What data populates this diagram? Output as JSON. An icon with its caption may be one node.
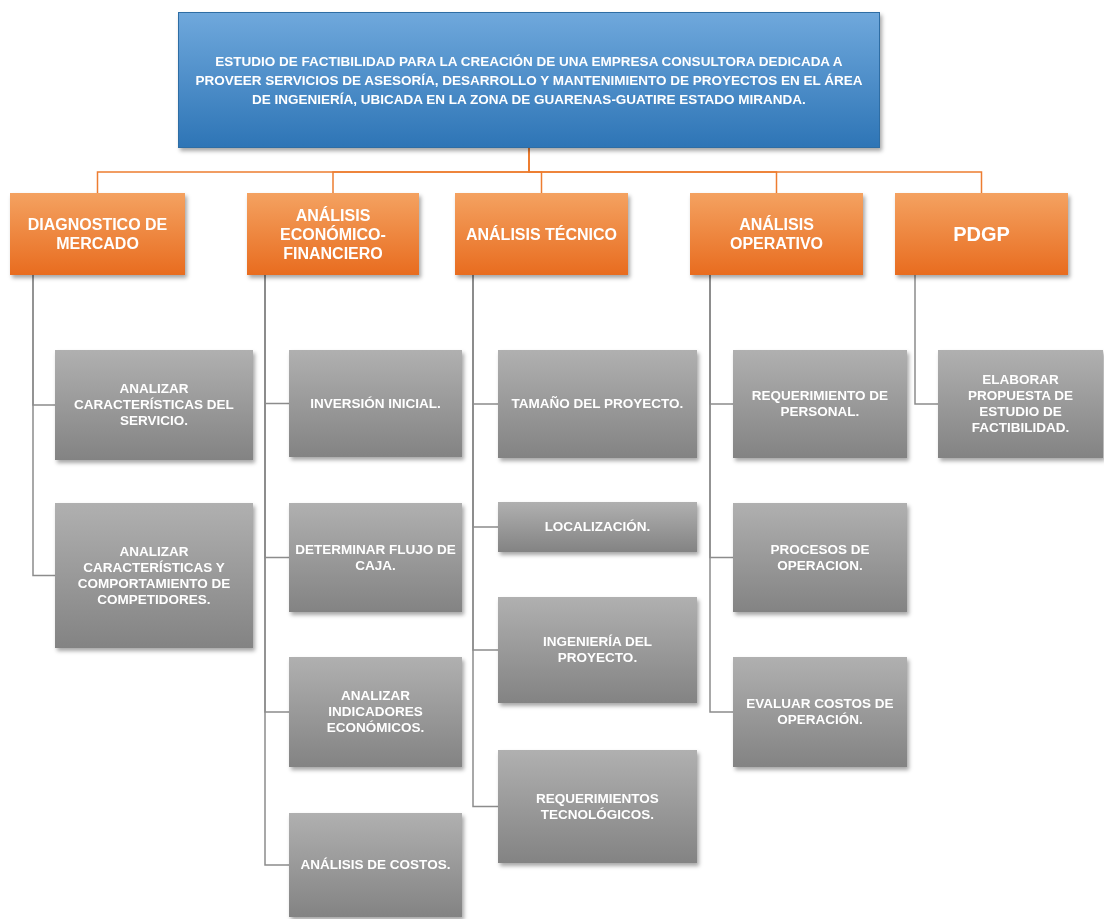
{
  "diagram": {
    "nodes": [
      {
        "text": [
          "ESTUDIO DE FACTIBILIDAD PARA LA CREACIÓN DE UNA EMPRESA CONSULTORA DEDICADA A PROVEER SERVICIOS DE ASESORÍA, DESARROLLO Y MANTENIMIENTO DE PROYECTOS EN EL ÁREA DE INGENIERÍA, UBICADA EN LA ZONA DE GUARENAS-GUATIRE ESTADO MIRANDA."
        ]
      },
      {
        "text": [
          "DIAGNOSTICO DE MERCADO"
        ]
      },
      {
        "text": [
          "ANÁLISIS ECONÓMICO-FINANCIERO"
        ]
      },
      {
        "text": [
          "ANÁLISIS TÉCNICO"
        ]
      },
      {
        "text": [
          "ANÁLISIS OPERATIVO"
        ]
      },
      {
        "text": [
          "PDGP"
        ]
      },
      {
        "text": [
          "ANALIZAR CARACTERÍSTICAS DEL SERVICIO."
        ]
      },
      {
        "text": [
          "ANALIZAR CARACTERÍSTICAS Y COMPORTAMIENTO DE COMPETIDORES."
        ]
      },
      {
        "text": [
          "INVERSIÓN INICIAL."
        ]
      },
      {
        "text": [
          "DETERMINAR FLUJO DE CAJA."
        ]
      },
      {
        "text": [
          "ANALIZAR INDICADORES ECONÓMICOS."
        ]
      },
      {
        "text": [
          "ANÁLISIS DE COSTOS."
        ]
      },
      {
        "text": [
          "TAMAÑO DEL PROYECTO."
        ]
      },
      {
        "text": [
          "LOCALIZACIÓN."
        ]
      },
      {
        "text": [
          "INGENIERÍA DEL PROYECTO."
        ]
      },
      {
        "text": [
          "REQUERIMIENTOS TECNOLÓGICOS."
        ]
      },
      {
        "text": [
          "REQUERIMIENTO DE PERSONAL."
        ]
      },
      {
        "text": [
          "PROCESOS DE OPERACION."
        ]
      },
      {
        "text": [
          "EVALUAR COSTOS DE OPERACIÓN."
        ]
      },
      {
        "text": [
          "ELABORAR PROPUESTA DE ESTUDIO DE FACTIBILIDAD."
        ]
      }
    ],
    "edges": [
      {
        "from": 0,
        "to": 1,
        "arrow": "none",
        "color": "#ed7d31"
      },
      {
        "from": 0,
        "to": 2,
        "arrow": "none",
        "color": "#ed7d31"
      },
      {
        "from": 0,
        "to": 3,
        "arrow": "none",
        "color": "#ed7d31"
      },
      {
        "from": 0,
        "to": 4,
        "arrow": "none",
        "color": "#ed7d31"
      },
      {
        "from": 0,
        "to": 5,
        "arrow": "none",
        "color": "#ed7d31"
      },
      {
        "from": 1,
        "to": 6,
        "arrow": "none"
      },
      {
        "from": 1,
        "to": 7,
        "arrow": "none"
      },
      {
        "from": 2,
        "to": 8,
        "arrow": "none"
      },
      {
        "from": 2,
        "to": 9,
        "arrow": "none"
      },
      {
        "from": 2,
        "to": 10,
        "arrow": "none"
      },
      {
        "from": 2,
        "to": 11,
        "arrow": "none"
      },
      {
        "from": 3,
        "to": 12,
        "arrow": "none"
      },
      {
        "from": 3,
        "to": 13,
        "arrow": "none"
      },
      {
        "from": 3,
        "to": 14,
        "arrow": "none"
      },
      {
        "from": 3,
        "to": 15,
        "arrow": "none"
      },
      {
        "from": 4,
        "to": 16,
        "arrow": "none"
      },
      {
        "from": 4,
        "to": 17,
        "arrow": "none"
      },
      {
        "from": 4,
        "to": 18,
        "arrow": "none"
      },
      {
        "from": 5,
        "to": 19,
        "arrow": "none"
      }
    ]
  }
}
